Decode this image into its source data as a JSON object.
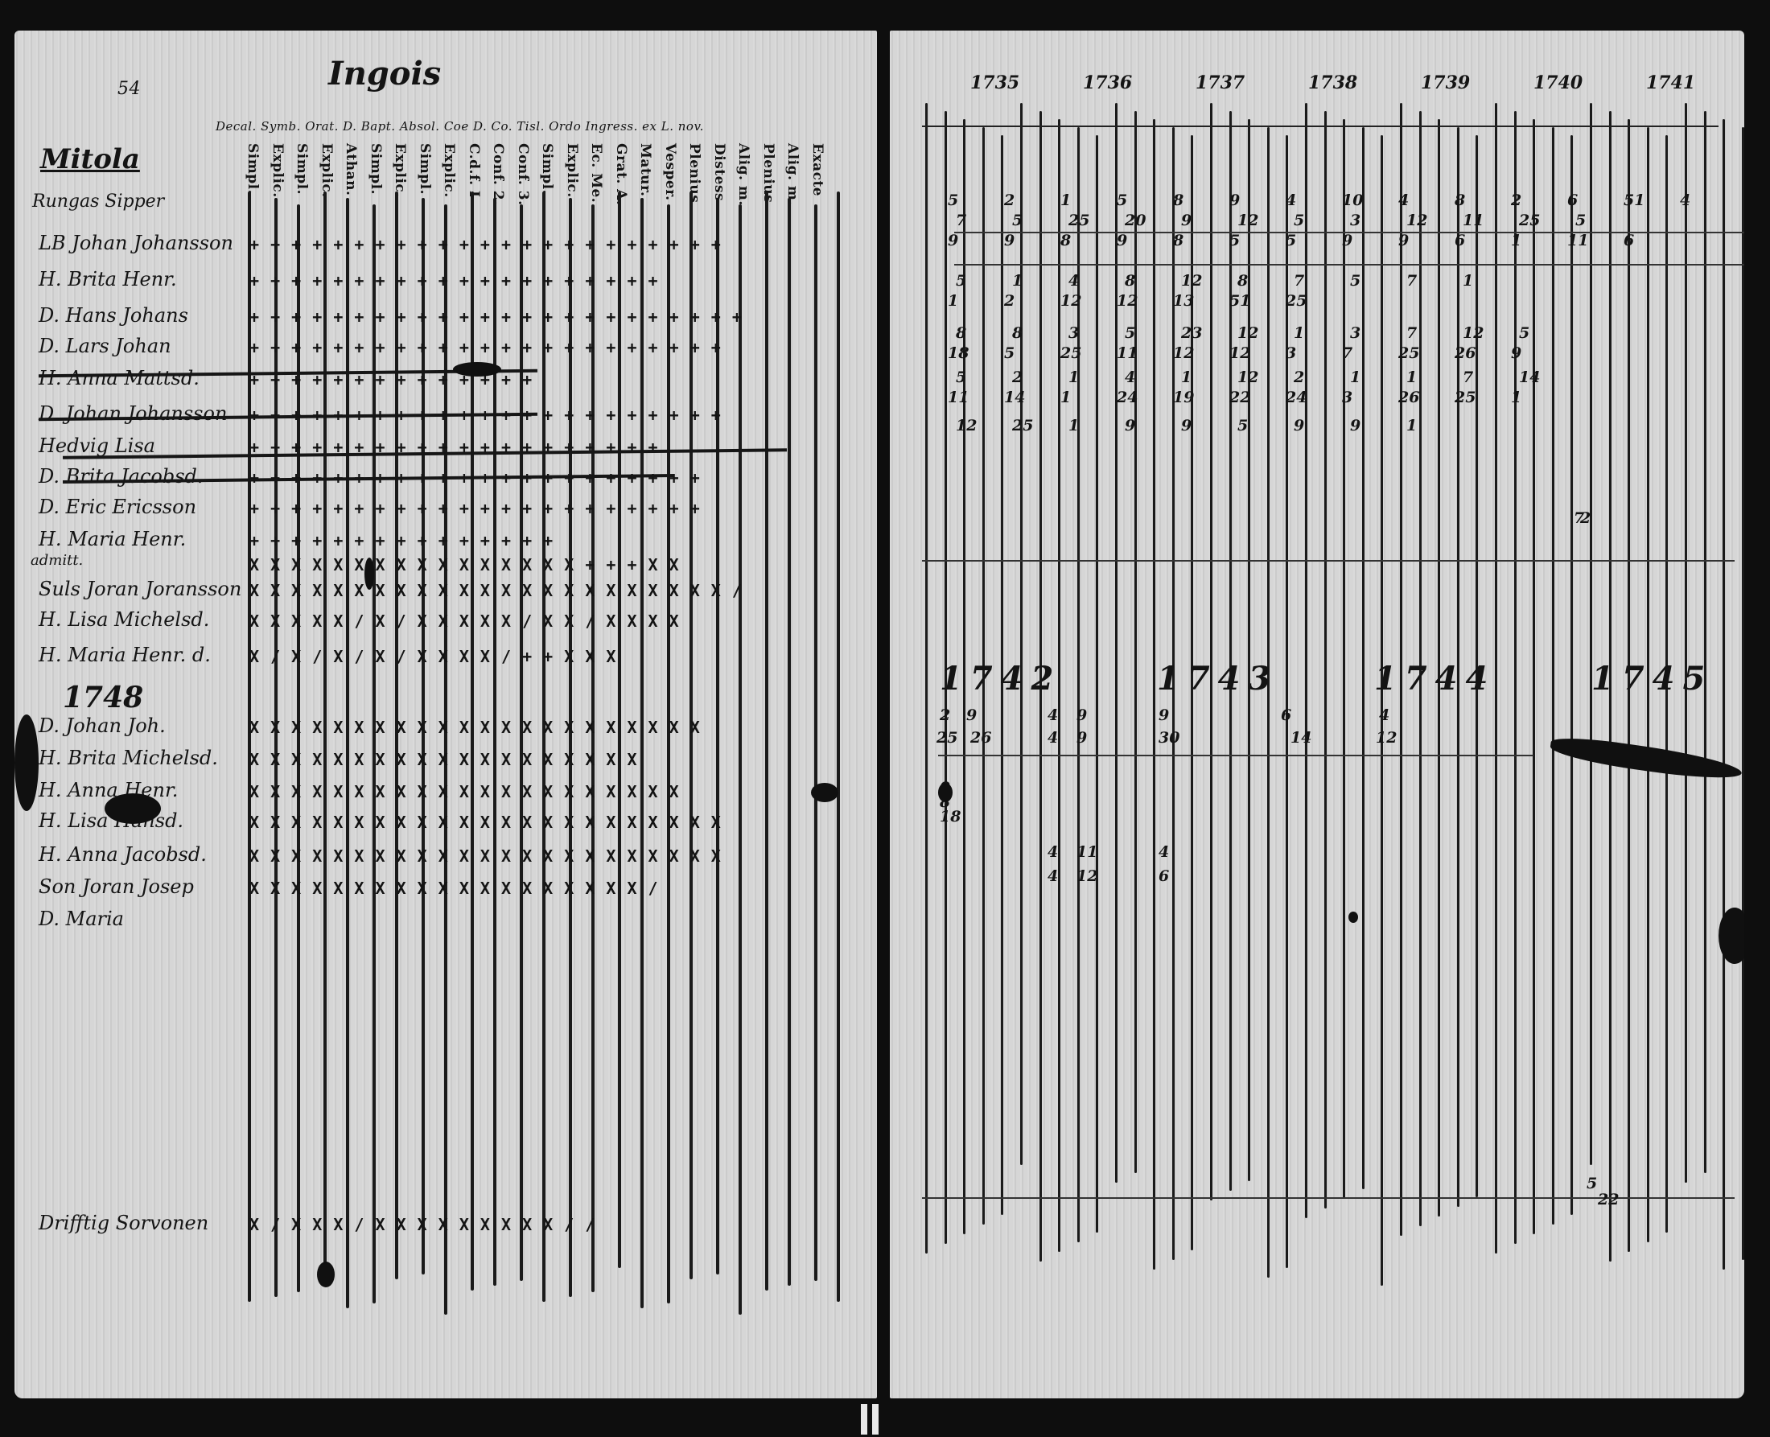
{
  "left_page": {
    "page_number": "54",
    "heading": "Ingois",
    "header_row": "Decal. Symb. Orat. D. Bapt. Absol. Coe D. Co. Tisl. Ordo Ingress. ex L. nov.",
    "sections": [
      "Mitola",
      "Rungas Sipper"
    ],
    "columns": [
      "Simpl.",
      "Explic.",
      "Simpl.",
      "Explic.",
      "Athan.",
      "Simpl.",
      "Explic.",
      "Simpl.",
      "Explic.",
      "C.d.f. I",
      "Conf. 2.",
      "Conf. 3.",
      "Simpl.",
      "Explic.",
      "Ec. Me.",
      "Grat. A.",
      "Matur.",
      "Vesper.",
      "Plenius",
      "Distess",
      "Alig. m.",
      "Plenius",
      "Alig. m.",
      "Exacte"
    ],
    "names": [
      "LB Johan Johansson",
      "H. Brita Henr.",
      "D. Hans Johans",
      "D. Lars Johan",
      "H. Anna Mattsd.",
      "D. Johan Johansson",
      "Hedvig Lisa",
      "D. Brita Jacobsd.",
      "D. Eric Ericsson",
      "H. Maria Henr.",
      "admitt.",
      "Suls Joran Joransson",
      "H. Lisa Michelsd.",
      "H. Maria Henr. d.",
      "1748",
      "D. Johan Joh.",
      "H. Brita Michelsd.",
      "H. Anna Henr.",
      "H. Lisa Hansd.",
      "H. Anna Jacobsd.",
      "Son Joran Josep",
      "D. Maria",
      "Drifftig Sorvonen"
    ],
    "marks": [
      "+ + +   + +   + +   + + +   + + +   + + + +   + + +   + + +",
      "+ +   + +   + + +   + + +   + + + +   + + +   + + +",
      "+ +   + + +   + + +   + + +   + + +   + + +   + + +   + +            + +",
      "+ + +   + + +   + + +   + + +   + + +   + + +   + + +             + +",
      "+ +   + +   + +   + + +   + +   + +                                  +",
      "+ +   + +   + +   + + +   + + +   + + +   + + +   + + +           + +",
      "+ +   + + +   + + +   + + +   + + +   + + +   + + +",
      "+ +   + +   + +   + + +   + + +   + + +   + + +   + +             + +",
      "+ +   + +   + +   + +   + + +   + + +   + + +   + + +             + +",
      "+ +   + +   + +   + + +   + + +   + + +",
      "                 X X X   X X X   X X X   X X X X   X X X   + + +           X X",
      "X X   X X   X X   X X   X X X   X X X   X X   X X X X   X X X             /",
      "X X   X X   X /   X /   X X X   X X /   X X /   X X X X",
      "X /   X /   X /   X /   X X X   X /   + +   X X X",
      "",
      "X X   X X X   X X   X X   X X X   X X   X X X X   X X X X",
      "X X   X X   X X   X X   X X X   X X X   X X X   X X",
      "X X   X X   X X   X X   X X X   X X   X X X X   X X X X",
      "X X   X X   X X   X X   X X X   X X   X X X X   X X X X            X X",
      "X X   X X   X X   X X   X X X   X X   X X X X   X X X X            X X",
      "X X   X X   X X   X X   X X X   X X   X X X   X X              X /",
      "",
      "X /   X X   X / X   X X X   X X   X X X   /            /"
    ]
  },
  "right_page": {
    "years_top": [
      "1735",
      "1736",
      "1737",
      "1738",
      "1739",
      "1740",
      "1741"
    ],
    "years_mid": [
      "1742",
      "1743",
      "1744",
      "1745"
    ],
    "number_rows": [
      [
        "5",
        "2",
        "1",
        "5",
        "8",
        "9",
        "4",
        "10",
        "4",
        "8",
        "2",
        "6",
        "51",
        "4"
      ],
      [
        "7",
        "5",
        "25",
        "20",
        "9",
        "12",
        "5",
        "3",
        "12",
        "11",
        "25",
        "5"
      ],
      [
        "9",
        "9",
        "8",
        "9",
        "8",
        "5",
        "5",
        "9",
        "9",
        "6",
        "1",
        "11",
        "6"
      ],
      [
        "5",
        "1",
        "4",
        "8",
        "12",
        "8",
        "7",
        "5",
        "7",
        "1"
      ],
      [
        "1",
        "2",
        "12",
        "12",
        "13",
        "51",
        "25"
      ],
      [
        "8",
        "8",
        "3",
        "5",
        "23",
        "12",
        "1",
        "3",
        "7",
        "12",
        "5"
      ],
      [
        "18",
        "5",
        "25",
        "11",
        "12",
        "12",
        "3",
        "7",
        "25",
        "26",
        "9"
      ],
      [
        "5",
        "2",
        "1",
        "4",
        "1",
        "12",
        "2",
        "1",
        "1",
        "7",
        "14"
      ],
      [
        "11",
        "14",
        "1",
        "24",
        "19",
        "22",
        "24",
        "3",
        "26",
        "25",
        "1"
      ],
      [
        "12",
        "25",
        "1",
        "9",
        "9",
        "5",
        "9",
        "9",
        "1"
      ],
      [
        "7",
        "2"
      ]
    ],
    "number_rows_1742": [
      [
        "2",
        "9",
        "4",
        "9",
        "9",
        "6",
        "4"
      ],
      [
        "25",
        "26",
        "4",
        "9",
        "30",
        "14",
        "12"
      ],
      [
        "9",
        "8",
        "18"
      ],
      [
        "4",
        "11",
        "4"
      ],
      [
        "4",
        "12",
        "6"
      ]
    ],
    "bottom_numbers": [
      "5",
      "22"
    ]
  }
}
